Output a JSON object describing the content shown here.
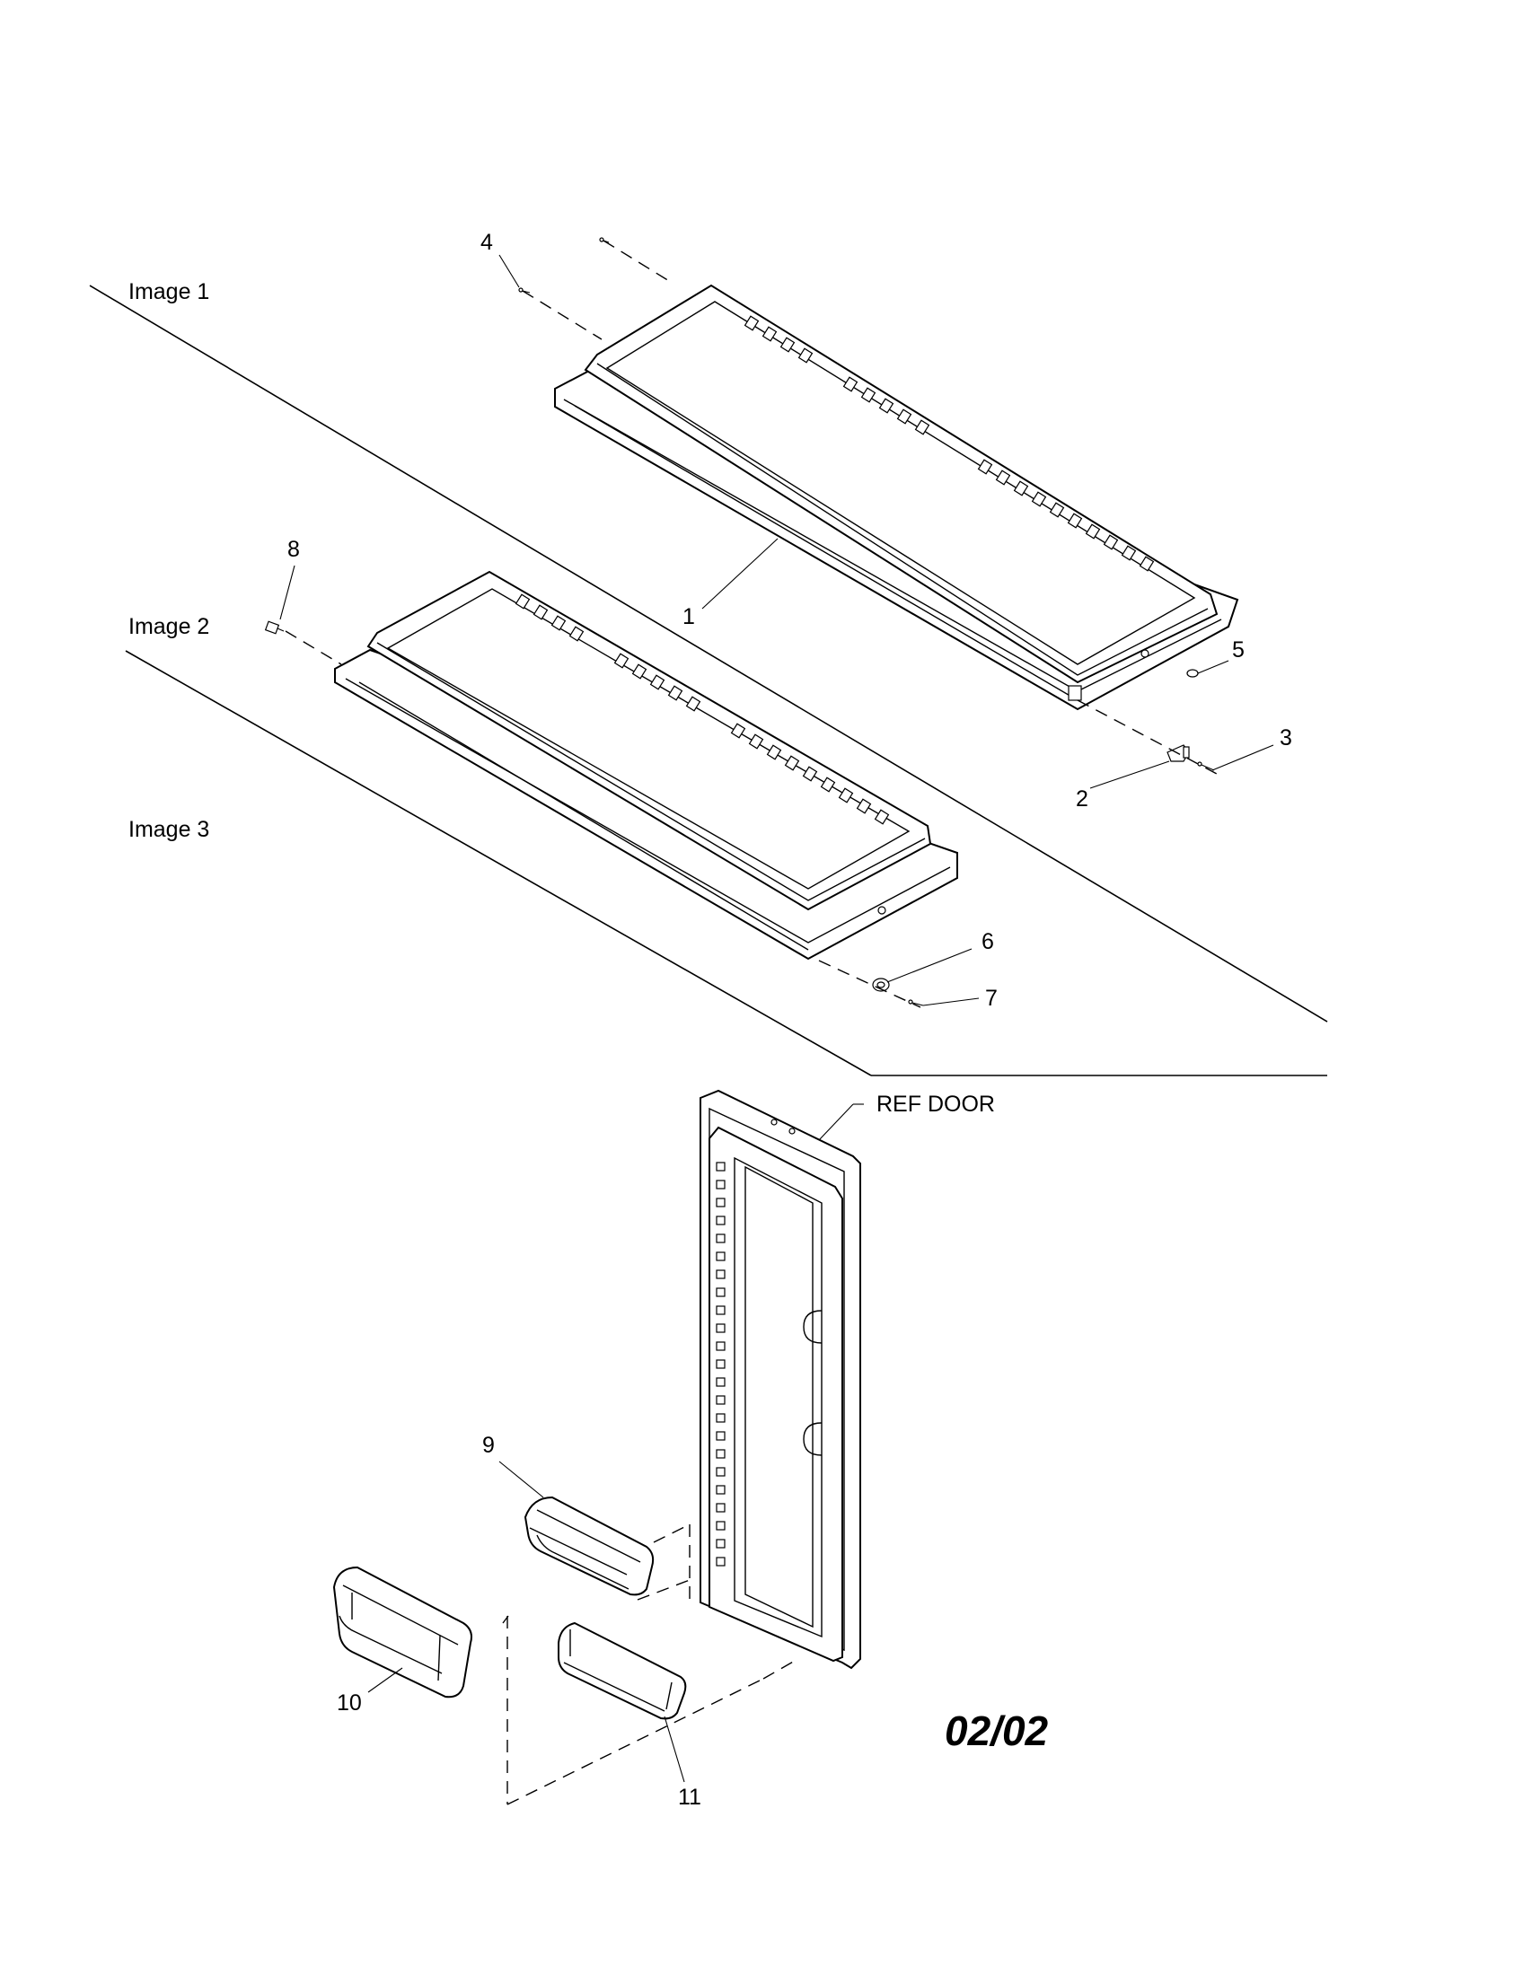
{
  "section_labels": {
    "image1": "Image 1",
    "image2": "Image 2",
    "image3": "Image 3"
  },
  "callouts": {
    "c1": "1",
    "c2": "2",
    "c3": "3",
    "c4": "4",
    "c5": "5",
    "c6": "6",
    "c7": "7",
    "c8": "8",
    "c9": "9",
    "c10": "10",
    "c11": "11"
  },
  "ref_door_label": "REF DOOR",
  "page_code": "02/02"
}
